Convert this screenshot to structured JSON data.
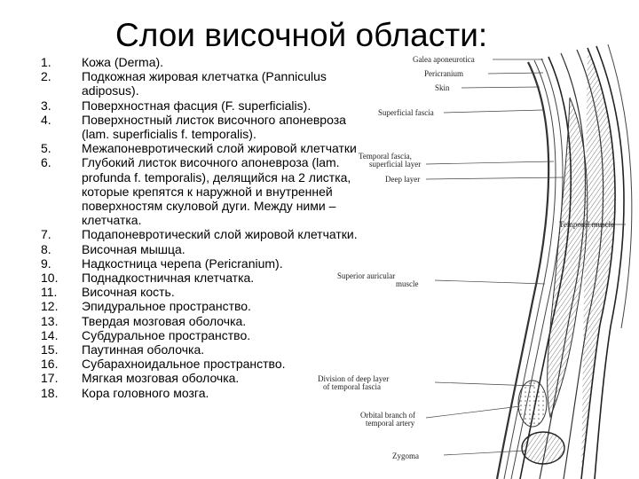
{
  "title": "Слои височной области:",
  "layers": [
    {
      "num": "1.",
      "text": "Кожа (Derma)."
    },
    {
      "num": "2.",
      "text": "Подкожная жировая клетчатка (Panniculus adiposus)."
    },
    {
      "num": "3.",
      "text": "Поверхностная фасция (F. superficialis)."
    },
    {
      "num": "4.",
      "text": "Поверхностный листок височного апоневроза (lam. superficialis f. temporalis)."
    },
    {
      "num": "5.",
      "text": "Межапоневротический слой жировой клетчатки"
    },
    {
      "num": "6.",
      "text": "Глубокий листок височного апоневроза (lam. profunda f. temporalis), делящийся на 2 листка, которые крепятся к наружной и внутренней поверхностям скуловой дуги. Между ними – клетчатка."
    },
    {
      "num": "7.",
      "text": "Подапоневротический слой жировой клетчатки."
    },
    {
      "num": "8.",
      "text": "Височная мышца."
    },
    {
      "num": "9.",
      "text": "Надкостница черепа (Pericranium)."
    },
    {
      "num": "10.",
      "text": "Поднадкостничная клетчатка."
    },
    {
      "num": "11.",
      "text": "Височная кость."
    },
    {
      "num": "12.",
      "text": "Эпидуральное пространство."
    },
    {
      "num": "13.",
      "text": "Твердая мозговая оболочка."
    },
    {
      "num": "14.",
      "text": "Субдуральное пространство."
    },
    {
      "num": "15.",
      "text": "Паутинная оболочка."
    },
    {
      "num": "16.",
      "text": "Субарахноидальное пространство."
    },
    {
      "num": "17.",
      "text": "Мягкая мозговая оболочка."
    },
    {
      "num": "18.",
      "text": "Кора головного мозга."
    }
  ],
  "figure": {
    "labels": {
      "galea": "Galea aponeurotica",
      "pericranium": "Pericranium",
      "skin": "Skin",
      "superficial_fascia": "Superficial fascia",
      "temporal_fascia_sup_1": "Temporal fascia,",
      "temporal_fascia_sup_2": "superficial layer",
      "deep_layer": "Deep layer",
      "temporal_muscle": "Temporal muscle",
      "superior_auricular_1": "Superior auricular",
      "superior_auricular_2": "muscle",
      "division_1": "Division of deep layer",
      "division_2": "of temporal fascia",
      "orbital_branch_1": "Orbital branch of",
      "orbital_branch_2": "temporal artery",
      "zygoma": "Zygoma"
    }
  }
}
